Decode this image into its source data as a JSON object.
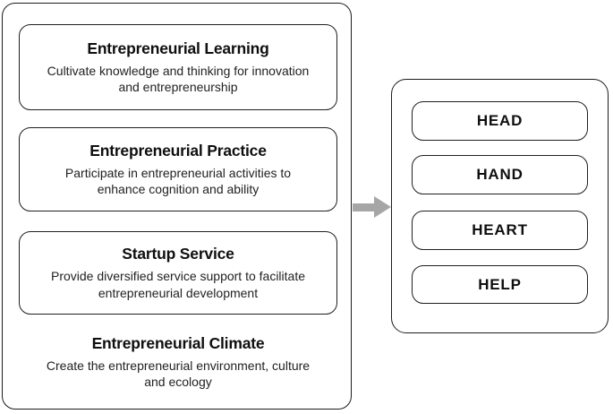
{
  "diagram": {
    "left_panel": {
      "sections": [
        {
          "title": "Entrepreneurial Learning",
          "description": "Cultivate knowledge and thinking for innovation and entrepreneurship",
          "boxed": true
        },
        {
          "title": "Entrepreneurial Practice",
          "description": "Participate in entrepreneurial activities to enhance cognition and ability",
          "boxed": true
        },
        {
          "title": "Startup Service",
          "description": "Provide diversified service support to facilitate entrepreneurial development",
          "boxed": true
        },
        {
          "title": "Entrepreneurial Climate",
          "description": "Create the entrepreneurial environment, culture and ecology",
          "boxed": false
        }
      ]
    },
    "arrow": {
      "direction": "right",
      "color": "#a6a6a6"
    },
    "right_panel": {
      "items": [
        {
          "label": "HEAD"
        },
        {
          "label": "HAND"
        },
        {
          "label": "HEART"
        },
        {
          "label": "HELP"
        }
      ]
    },
    "colors": {
      "border": "#1c1c1c",
      "text": "#111111",
      "background": "#ffffff",
      "arrow": "#a6a6a6"
    }
  }
}
